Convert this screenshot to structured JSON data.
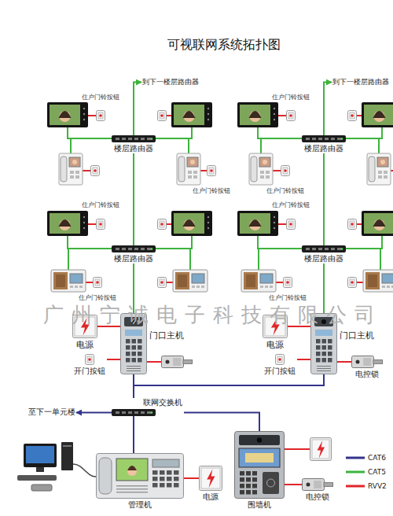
{
  "diagram": {
    "title": "可视联网系统拓扑图",
    "nodes": [
      {
        "text": [
          "到下一楼层路由器"
        ]
      },
      {
        "text": [
          "楼层路由器"
        ]
      },
      {
        "text": [
          "楼层路由器"
        ]
      },
      {
        "text": [
          "门口主机"
        ]
      },
      {
        "text": [
          "电源"
        ]
      },
      {
        "text": [
          "开门按钮"
        ]
      },
      {
        "text": [
          "到下一楼层路由器"
        ]
      },
      {
        "text": [
          "楼层路由器"
        ]
      },
      {
        "text": [
          "楼层路由器"
        ]
      },
      {
        "text": [
          "门口主机"
        ]
      },
      {
        "text": [
          "电源"
        ]
      },
      {
        "text": [
          "开门按钮"
        ]
      },
      {
        "text": [
          "电控锁"
        ]
      },
      {
        "text": [
          "联网交换机"
        ]
      },
      {
        "text": [
          "至下一单元楼"
        ]
      },
      {
        "text": [
          "管理机"
        ]
      },
      {
        "text": [
          "电源"
        ]
      },
      {
        "text": [
          "围墙机"
        ]
      },
      {
        "text": [
          "电控锁"
        ]
      }
    ],
    "edges": [
      {
        "from": 1,
        "to": 0,
        "arrow": "to"
      },
      {
        "from": 2,
        "to": 1,
        "arrow": "none"
      },
      {
        "from": 3,
        "to": 2,
        "arrow": "none"
      },
      {
        "from": 4,
        "to": 3,
        "arrow": "none"
      },
      {
        "from": 5,
        "to": 3,
        "arrow": "none"
      },
      {
        "from": 7,
        "to": 6,
        "arrow": "to"
      },
      {
        "from": 8,
        "to": 7,
        "arrow": "none"
      },
      {
        "from": 9,
        "to": 8,
        "arrow": "none"
      },
      {
        "from": 10,
        "to": 9,
        "arrow": "none"
      },
      {
        "from": 11,
        "to": 9,
        "arrow": "none"
      },
      {
        "from": 12,
        "to": 9,
        "arrow": "none"
      },
      {
        "from": 3,
        "to": 13,
        "arrow": "none"
      },
      {
        "from": 9,
        "to": 13,
        "arrow": "none"
      },
      {
        "from": 13,
        "to": 14,
        "arrow": "to"
      },
      {
        "from": 13,
        "to": 15,
        "arrow": "none"
      },
      {
        "from": 13,
        "to": 17,
        "arrow": "none"
      },
      {
        "from": 16,
        "to": 15,
        "arrow": "none"
      },
      {
        "from": 18,
        "to": 17,
        "arrow": "none"
      }
    ],
    "labels": [
      "住户门铃按钮",
      "住户门铃按钮",
      "住户门铃按钮",
      "住户门铃按钮",
      "住户门铃按钮",
      "住户门铃按钮",
      "住户门铃按钮",
      "住户门铃按钮",
      "广州宁诚电子科技有限公司"
    ],
    "legend": [
      {
        "text": "CAT6"
      },
      {
        "text": "CAT5"
      },
      {
        "text": "RVV2"
      }
    ]
  }
}
